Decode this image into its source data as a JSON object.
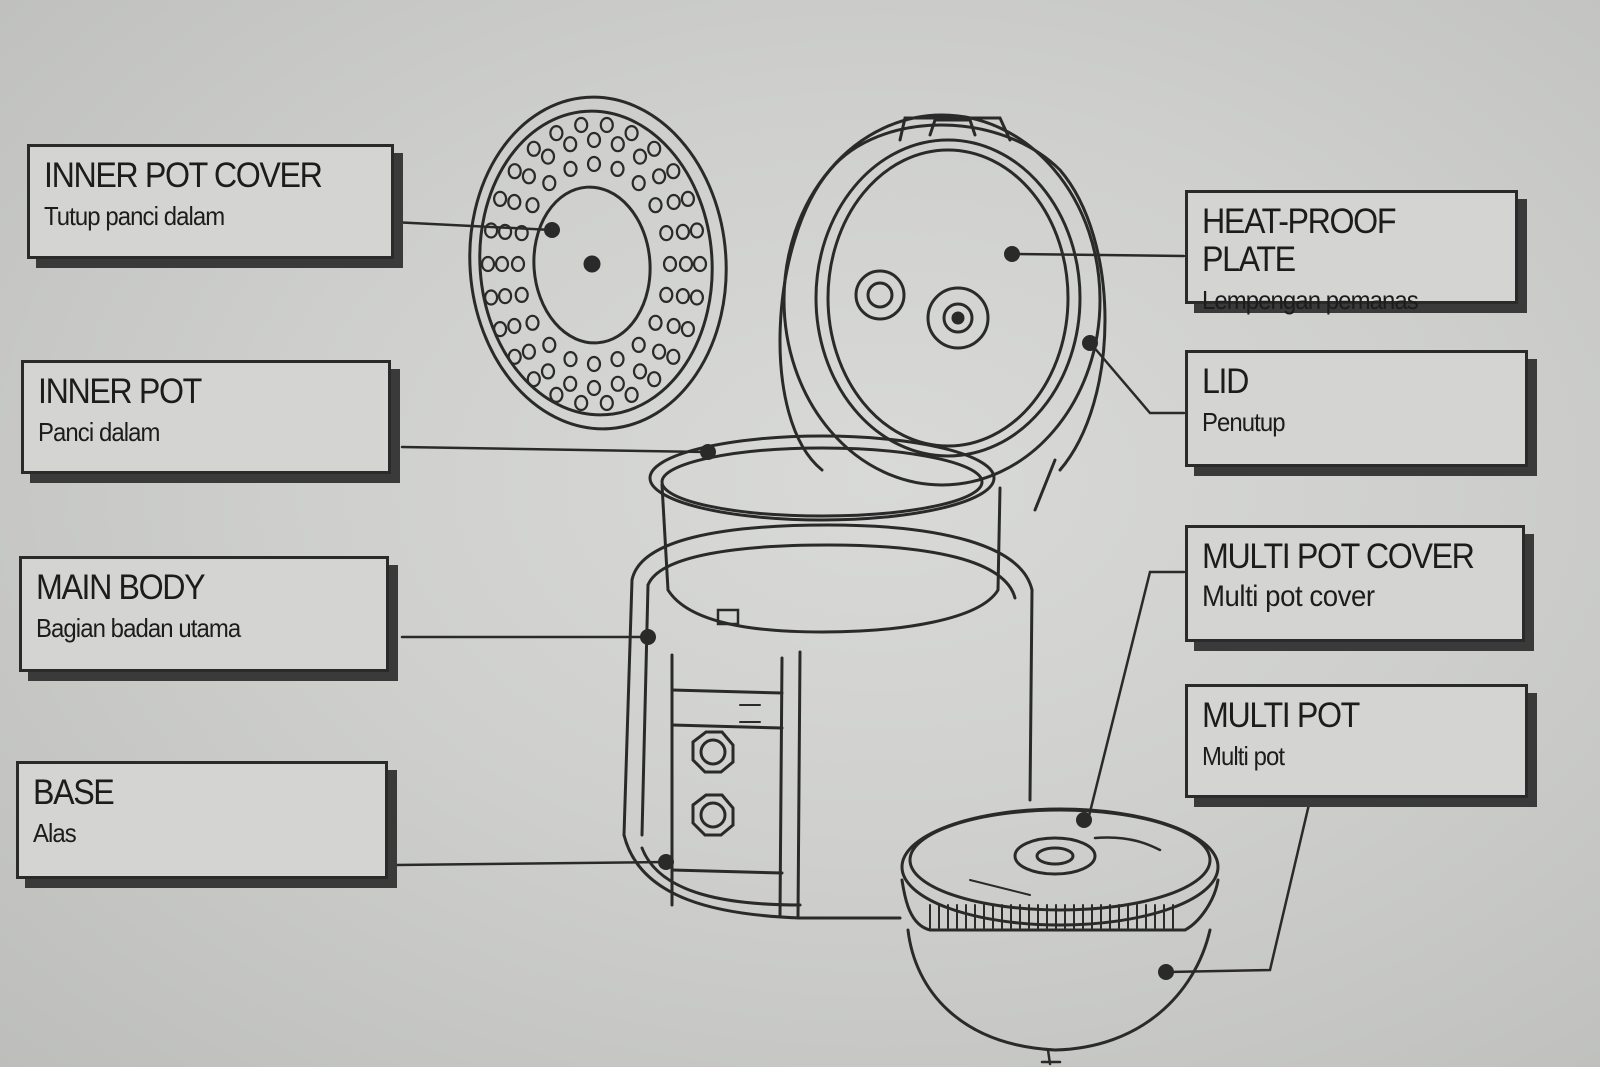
{
  "labels": {
    "inner_pot_cover": {
      "title": "INNER POT COVER",
      "subtitle": "Tutup panci dalam"
    },
    "inner_pot": {
      "title": "INNER POT",
      "subtitle": "Panci dalam"
    },
    "main_body": {
      "title": "MAIN BODY",
      "subtitle": "Bagian badan utama"
    },
    "base": {
      "title": "BASE",
      "subtitle": "Alas"
    },
    "heat_proof_plate": {
      "title": "HEAT-PROOF PLATE",
      "subtitle": "Lempengan pemanas"
    },
    "lid": {
      "title": "LID",
      "subtitle": "Penutup"
    },
    "multi_pot_cover": {
      "title": "MULTI POT COVER",
      "subtitle": "Multi pot cover"
    },
    "multi_pot": {
      "title": "MULTI POT",
      "subtitle": "Multi pot"
    }
  },
  "colors": {
    "paper": "#d2d3d1",
    "ink": "#2a2a2a",
    "shadow": "#3a3a3a"
  }
}
